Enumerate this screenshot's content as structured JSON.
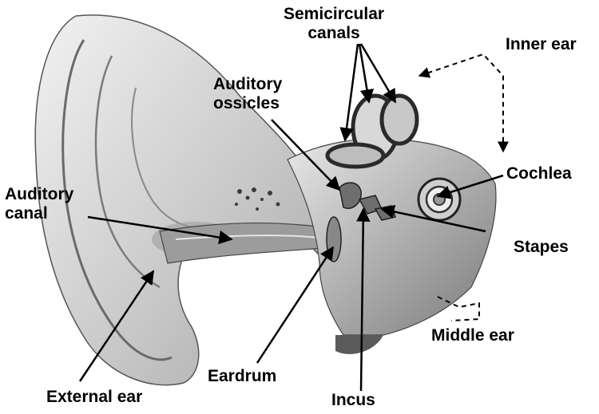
{
  "labels": {
    "semicircular_canals": [
      "Semicircular",
      "canals"
    ],
    "inner_ear": "Inner ear",
    "auditory_ossicles": [
      "Auditory",
      "ossicles"
    ],
    "auditory_canal": [
      "Auditory",
      "canal"
    ],
    "cochlea": "Cochlea",
    "stapes": "Stapes",
    "middle_ear": "Middle ear",
    "eardrum": "Eardrum",
    "incus": "Incus",
    "external_ear": "External ear"
  },
  "colors": {
    "text": "#000000",
    "line": "#000000",
    "ear_fill": "#d6d6d6",
    "ear_shadow": "#8a8a8a",
    "background": "#ffffff"
  }
}
